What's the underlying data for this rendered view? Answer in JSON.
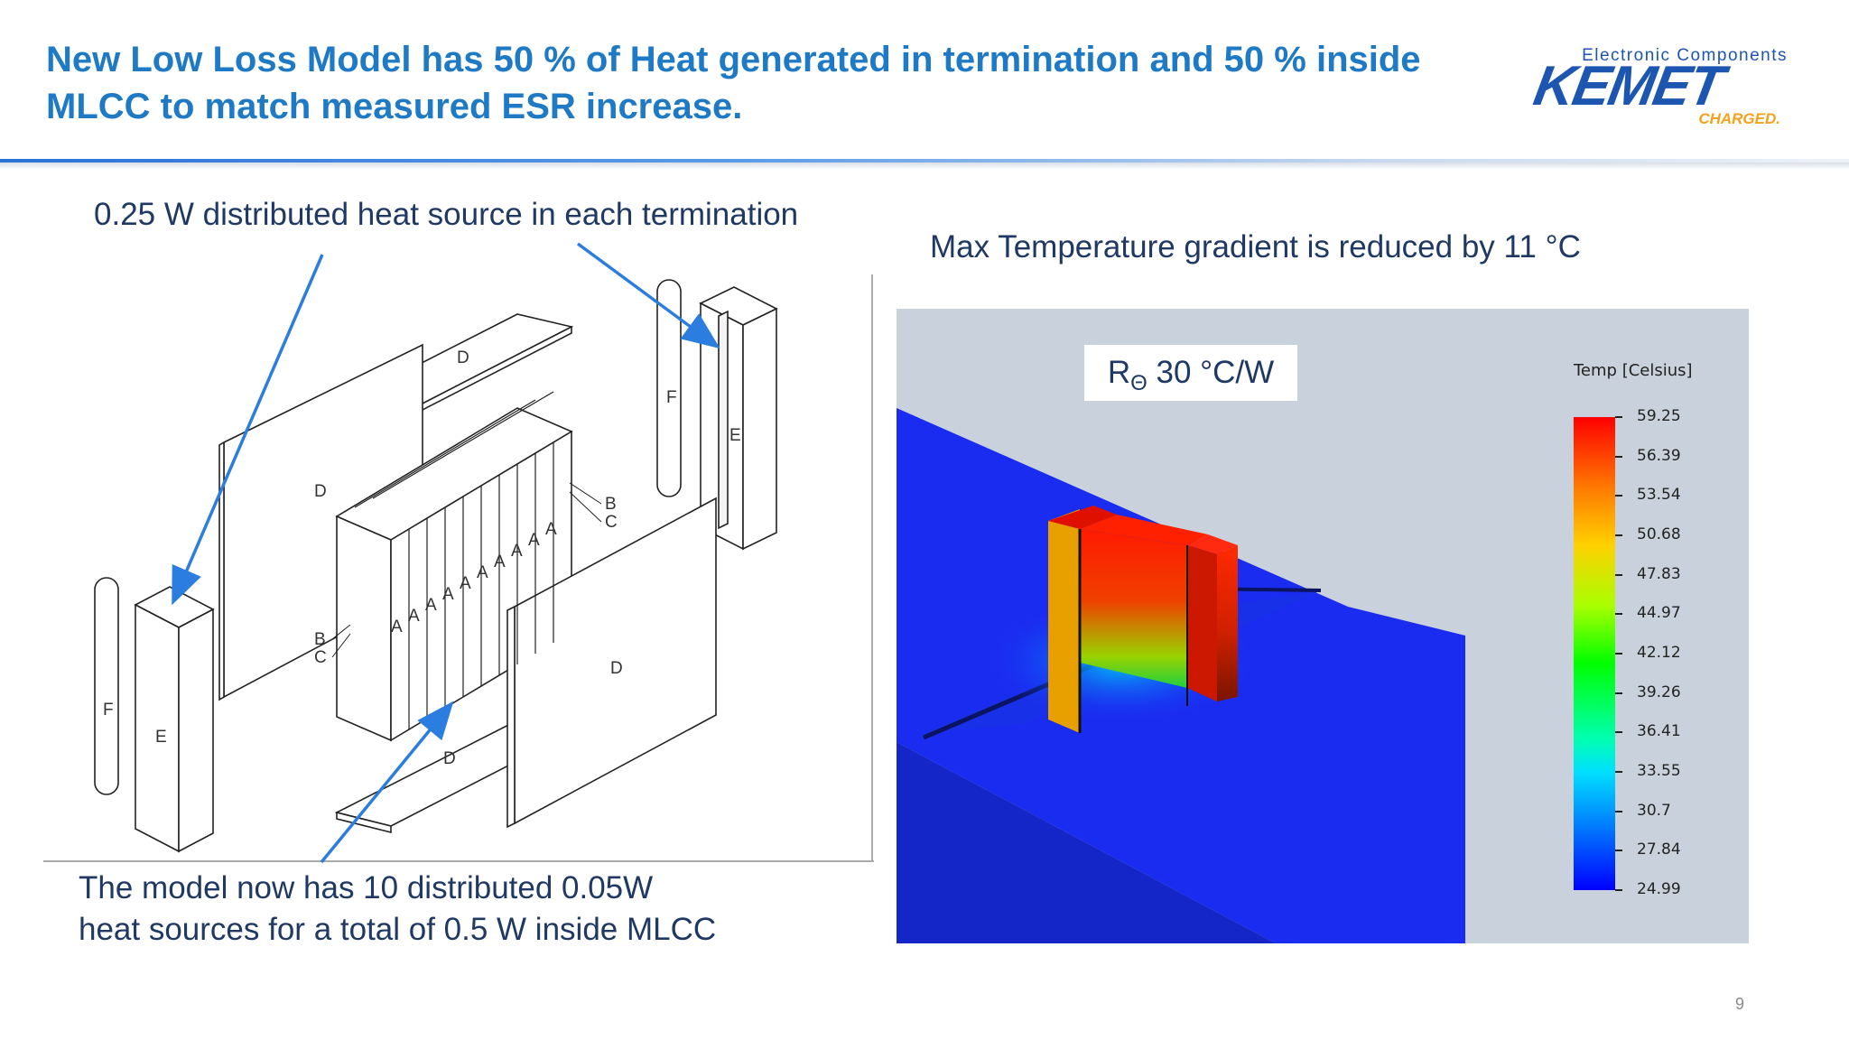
{
  "title": "New Low Loss Model has 50 % of Heat generated in termination and 50 % inside MLCC to match measured ESR increase.",
  "logo": {
    "tagline": "Electronic Components",
    "brand": "KEMET",
    "slogan": "CHARGED.",
    "brand_color": "#1c56b0",
    "slogan_color": "#f4a11c"
  },
  "callouts": {
    "termination_heat": "0.25 W distributed heat source in each termination",
    "gradient_note": "Max Temperature gradient is reduced by 11 °C",
    "model_line1": "The model now has 10 distributed 0.05W",
    "model_line2": "heat sources for a total  of 0.5 W inside MLCC"
  },
  "diagram": {
    "layer_labels": [
      "D",
      "D",
      "D",
      "D",
      "E",
      "E",
      "F",
      "F",
      "B",
      "C",
      "B",
      "C"
    ],
    "heat_source_labels": [
      "A",
      "A",
      "A",
      "A",
      "A",
      "A",
      "A",
      "A",
      "A",
      "A"
    ]
  },
  "simulation": {
    "r_theta_symbol": "R",
    "r_theta_sub": "Θ",
    "r_theta_value": "30 °C/W",
    "legend_title": "Temp [Celsius]",
    "legend_ticks": [
      "59.25",
      "56.39",
      "53.54",
      "50.68",
      "47.83",
      "44.97",
      "42.12",
      "39.26",
      "36.41",
      "33.55",
      "30.7",
      "27.84",
      "24.99"
    ]
  },
  "page_number": "9",
  "colors": {
    "title": "#1f7ac6",
    "body_text": "#1f3864",
    "arrow": "#2b7de0"
  }
}
